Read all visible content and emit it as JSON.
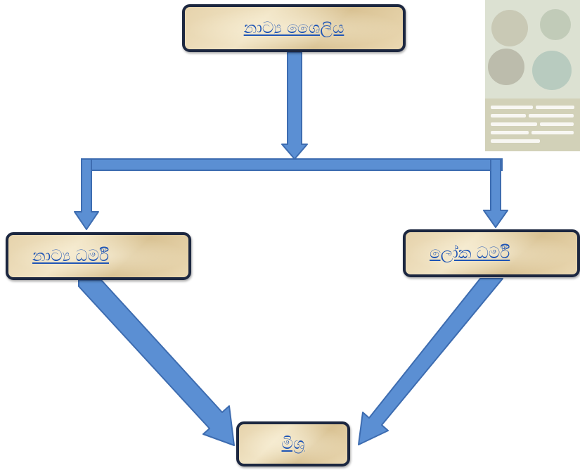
{
  "diagram": {
    "root": {
      "label": "නාට්‍ය ශෛලිය"
    },
    "left": {
      "label": "නාට්‍ය ධර්මී"
    },
    "right": {
      "label": "ලෝක ධර්මී"
    },
    "bottom": {
      "label": "මිශ්‍ර"
    }
  },
  "edges": [
    {
      "from": "root",
      "to": "left"
    },
    {
      "from": "root",
      "to": "right"
    },
    {
      "from": "left",
      "to": "bottom"
    },
    {
      "from": "right",
      "to": "bottom"
    }
  ],
  "colors": {
    "arrow_fill": "#5b8fd3",
    "arrow_stroke": "#3d6cb0",
    "node_border": "#1c2740",
    "node_fill": "#e6d3ac",
    "link": "#1f55b5"
  },
  "photo": {
    "description_icon": "photo-collage-icon"
  }
}
